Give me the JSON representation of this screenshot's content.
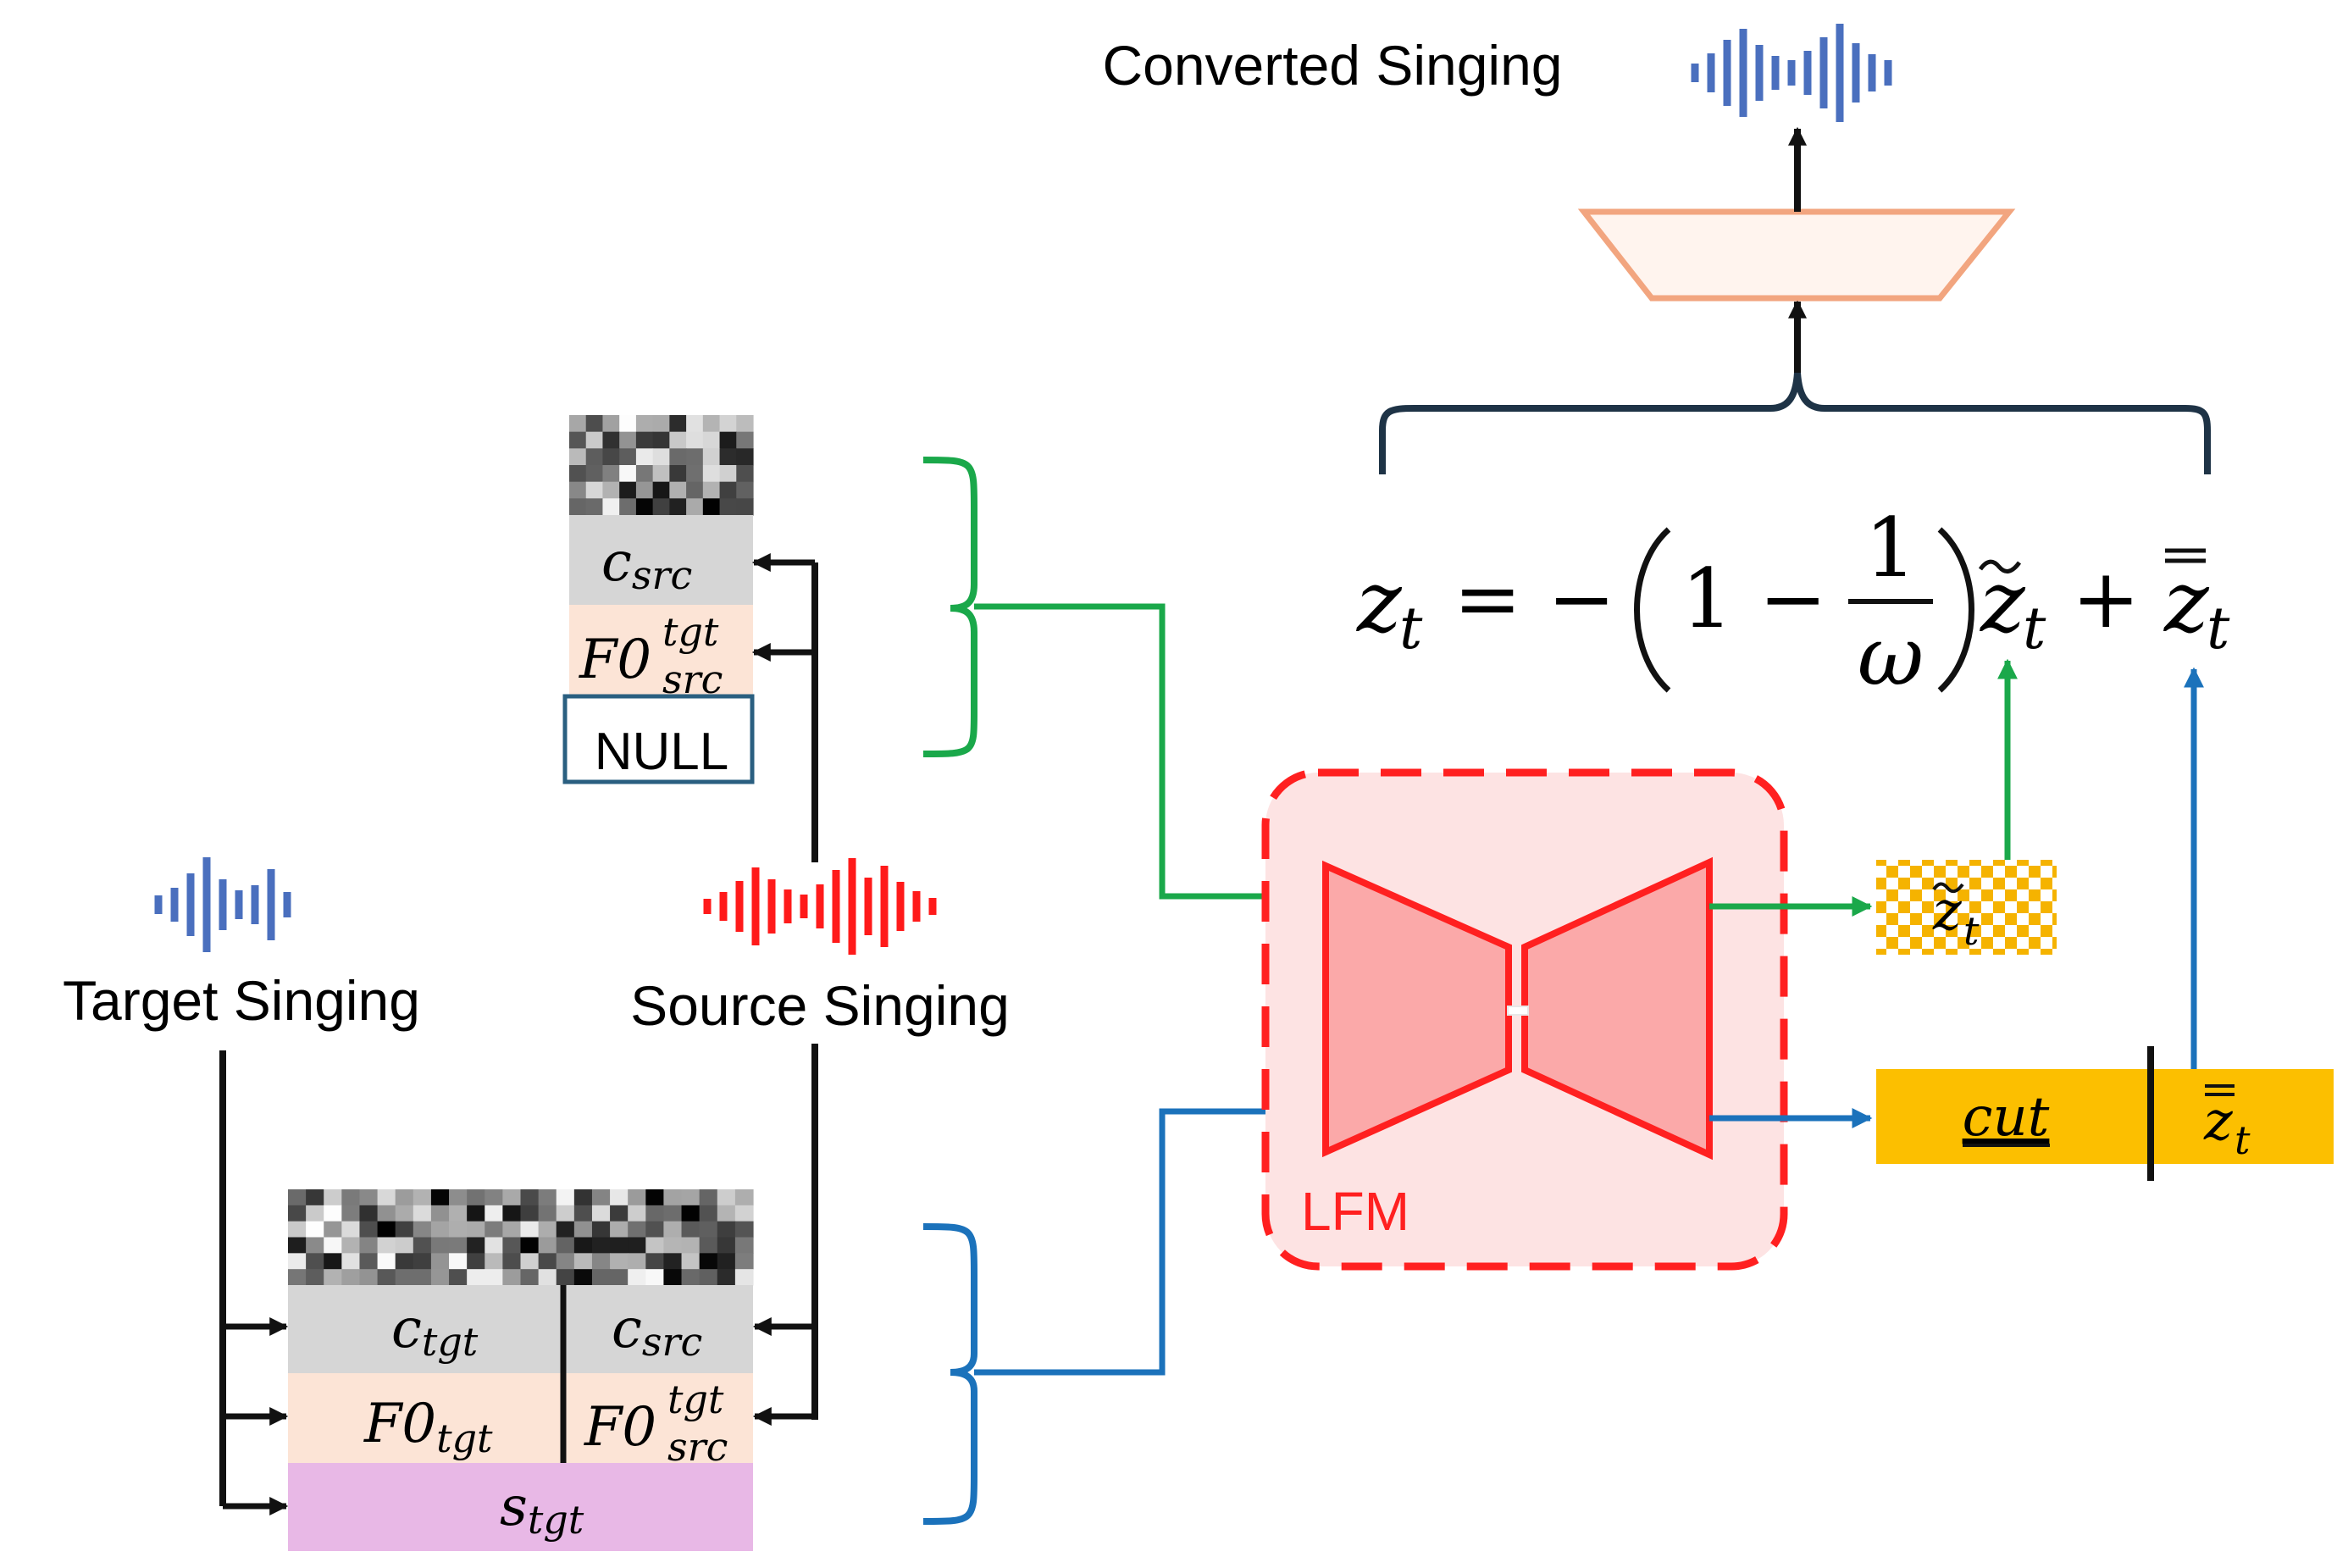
{
  "labels": {
    "converted_singing": "Converted Singing",
    "target_singing": "Target Singing",
    "source_singing": "Source Singing",
    "lfm": "LFM",
    "null": "NULL",
    "cut": "cut"
  },
  "cells": {
    "c": "c",
    "src": "src",
    "tgt": "tgt",
    "f0": "F0",
    "s": "s"
  },
  "formula": {
    "lhs_z": "z",
    "sub_t": "t",
    "equals_minus": "= −",
    "one_minus": "1 −",
    "numerator": "1",
    "denominator": "ω",
    "plus": "+"
  },
  "colors": {
    "green": "#1aa84a",
    "blue": "#1b72bb",
    "waveform_blue": "#4a6fbe",
    "waveform_red": "#ff1a1a",
    "lfm_border": "#ff2020",
    "lfm_fill": "#fde3e3",
    "lfm_body": "#fba9a9",
    "trapezoid": "#f2a57f",
    "gold": "#fcbf00",
    "cell_gray": "#d6d6d6",
    "cell_peach": "#fce4d6",
    "cell_purple": "#e8b8e6",
    "null_border": "#2a5f80",
    "bracket_dark": "#1e3346"
  }
}
